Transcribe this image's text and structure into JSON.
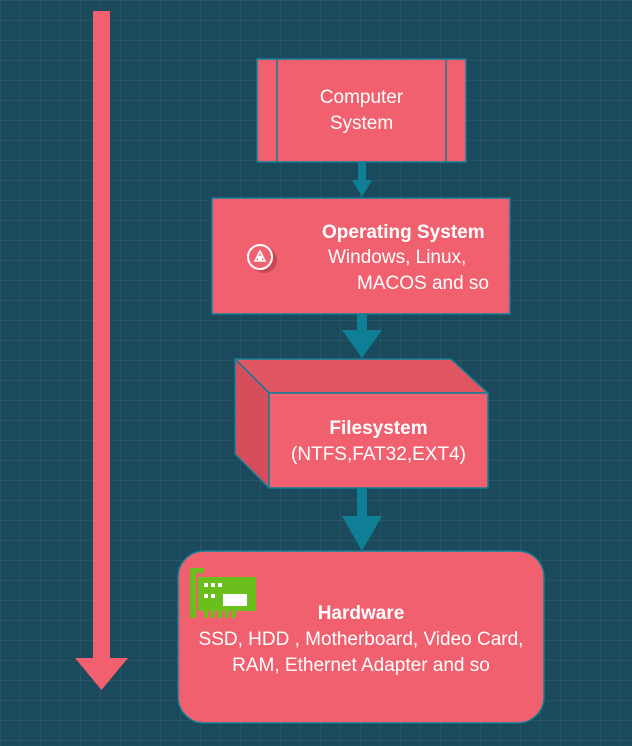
{
  "colors": {
    "background": "#1a4a5c",
    "node_fill": "#f0606e",
    "node_stroke": "#0e7f95",
    "flow_arrow": "#f0606e",
    "connector": "#0e7f95",
    "nic_icon": "#6bbf1c"
  },
  "nodes": {
    "computer_system": {
      "label_line1": "Computer",
      "label_line2": "System"
    },
    "operating_system": {
      "title": "Operating System",
      "line1": "Windows, Linux,",
      "line2": "MACOS and so",
      "icon": "os-badge-icon"
    },
    "filesystem": {
      "title": "Filesystem",
      "detail": "(NTFS,FAT32,EXT4)"
    },
    "hardware": {
      "title": "Hardware",
      "line1": "SSD, HDD , Motherboard, Video Card,",
      "line2": "RAM, Ethernet Adapter and so",
      "icon": "network-card-icon"
    }
  }
}
